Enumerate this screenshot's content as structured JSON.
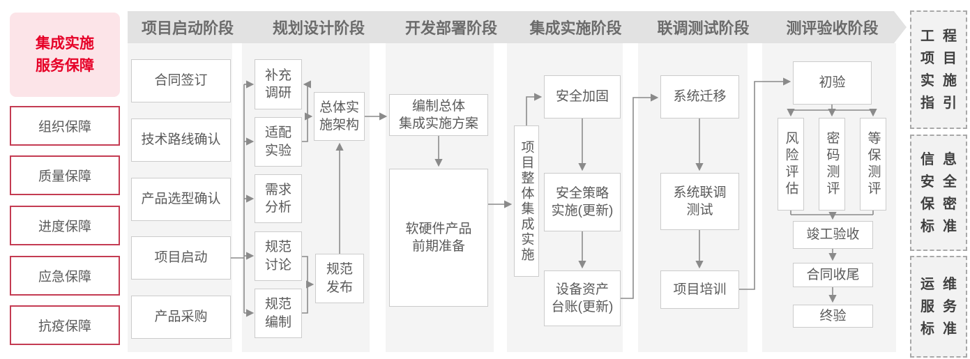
{
  "sidebar": {
    "title": "集成实施\n服务保障",
    "items": [
      "组织保障",
      "质量保障",
      "进度保障",
      "应急保障",
      "抗疫保障"
    ]
  },
  "phases": [
    {
      "label": "项目启动阶段",
      "boxes": [
        "合同签订",
        "技术路线确认",
        "产品选型确认",
        "项目启动",
        "产品采购"
      ]
    },
    {
      "label": "规划设计阶段",
      "boxes": [
        "补充\n调研",
        "适配\n实验",
        "需求\n分析",
        "规范\n讨论",
        "规范\n编制",
        "总体实\n施架构",
        "规范\n发布"
      ]
    },
    {
      "label": "开发部署阶段",
      "boxes": [
        "编制总体\n集成实施方案",
        "软硬件产品\n前期准备"
      ]
    },
    {
      "label": "集成实施阶段",
      "boxes": [
        "项目整体集成实施",
        "安全加固",
        "安全策略\n实施(更新)",
        "设备资产\n台账(更新)"
      ]
    },
    {
      "label": "联调测试阶段",
      "boxes": [
        "系统迁移",
        "系统联调\n测试",
        "项目培训"
      ]
    },
    {
      "label": "测评验收阶段",
      "boxes": [
        "初验",
        "风险评估",
        "密码测评",
        "等保测评",
        "竣工验收",
        "合同收尾",
        "终验"
      ]
    }
  ],
  "standards": [
    "工程\n项目\n实施\n指引",
    "信息\n安全\n保密\n标准",
    "运维\n服务\n标准"
  ],
  "colors": {
    "accent_red": "#e60027",
    "pink_bg": "#fce4e8",
    "red_border": "#c43b52",
    "banner_bg": "#e2e2e2",
    "column_bg": "#f4f4f4",
    "box_border": "#cbcbcb",
    "box_text": "#5a5a5a",
    "line": "#8a8a8a"
  }
}
